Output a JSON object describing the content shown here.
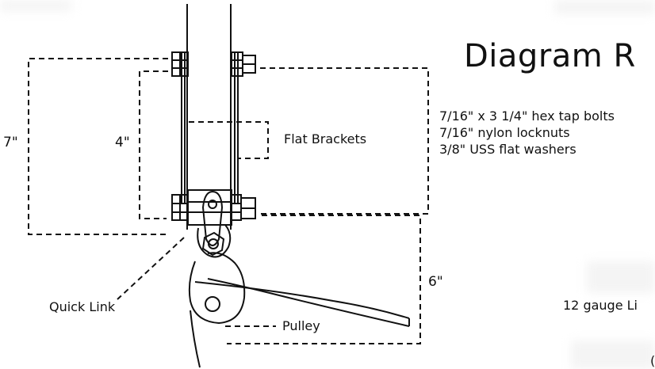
{
  "diagram": {
    "title": "Diagram R",
    "dimensions": {
      "seven": "7\"",
      "four": "4\"",
      "six": "6\""
    },
    "labels": {
      "flat_brackets": "Flat Brackets",
      "quick_link": "Quick Link",
      "pulley": "Pulley",
      "line": "12 gauge Li",
      "cut_char": "("
    },
    "specs": [
      "7/16\" x 3 1/4\" hex tap bolts",
      "7/16\" nylon locknuts",
      "3/8\" USS flat washers"
    ]
  }
}
